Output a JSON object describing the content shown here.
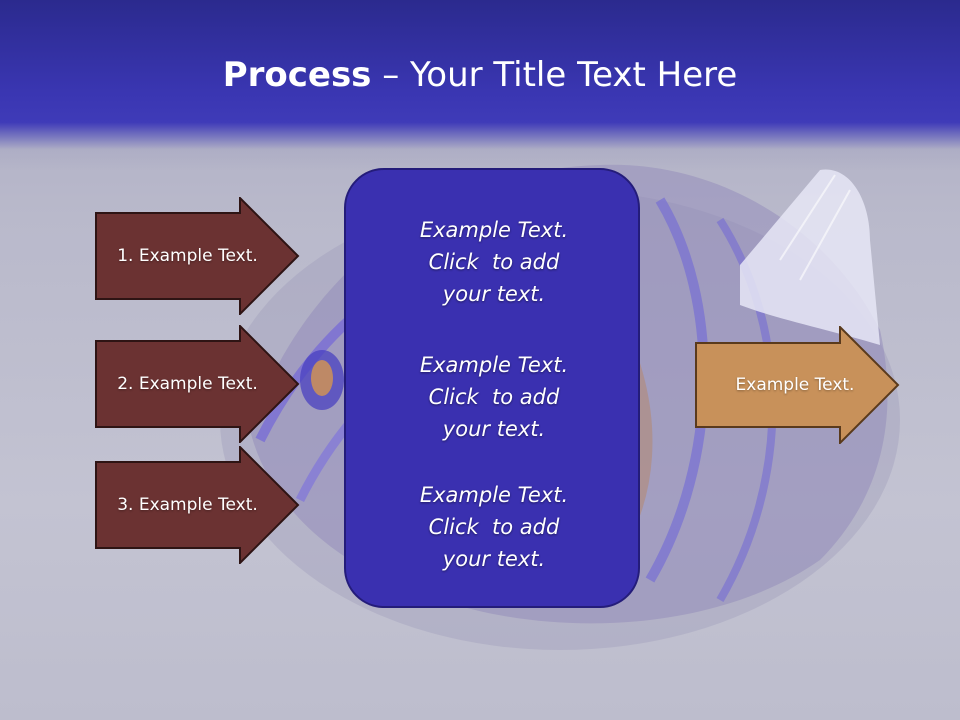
{
  "slide": {
    "title_bold": "Process",
    "title_rest": " – Your Title Text Here"
  },
  "left_arrows": [
    {
      "label": "1. Example Text."
    },
    {
      "label": "2. Example Text."
    },
    {
      "label": "3. Example Text."
    }
  ],
  "center_blocks": [
    {
      "lines": [
        "Example Text.",
        "Click  to add",
        "your text."
      ]
    },
    {
      "lines": [
        "Example Text.",
        "Click  to add",
        "your text."
      ]
    },
    {
      "lines": [
        "Example Text.",
        "Click  to add",
        "your text."
      ]
    }
  ],
  "right_arrow": {
    "label": "Example Text."
  },
  "colors": {
    "header": "#3a36b2",
    "left_arrow_fill": "#6b3232",
    "center_box_fill": "#3a30b0",
    "right_arrow_fill": "#c8915a"
  }
}
